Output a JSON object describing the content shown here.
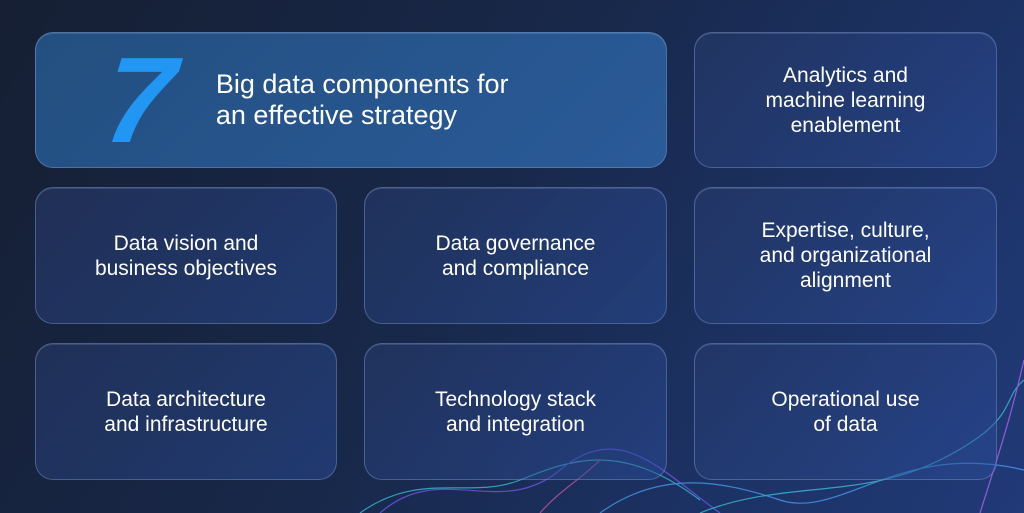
{
  "header": {
    "number": "7",
    "title": "Big data components for\nan effective strategy"
  },
  "components": [
    "Analytics and\nmachine learning\nenablement",
    "Data vision and\nbusiness objectives",
    "Data governance\nand compliance",
    "Expertise, culture,\nand organizational\nalignment",
    "Data architecture\nand infrastructure",
    "Technology stack\nand integration",
    "Operational use\nof data"
  ],
  "colors": {
    "accent": "#2196f3",
    "background": "#18284a"
  }
}
